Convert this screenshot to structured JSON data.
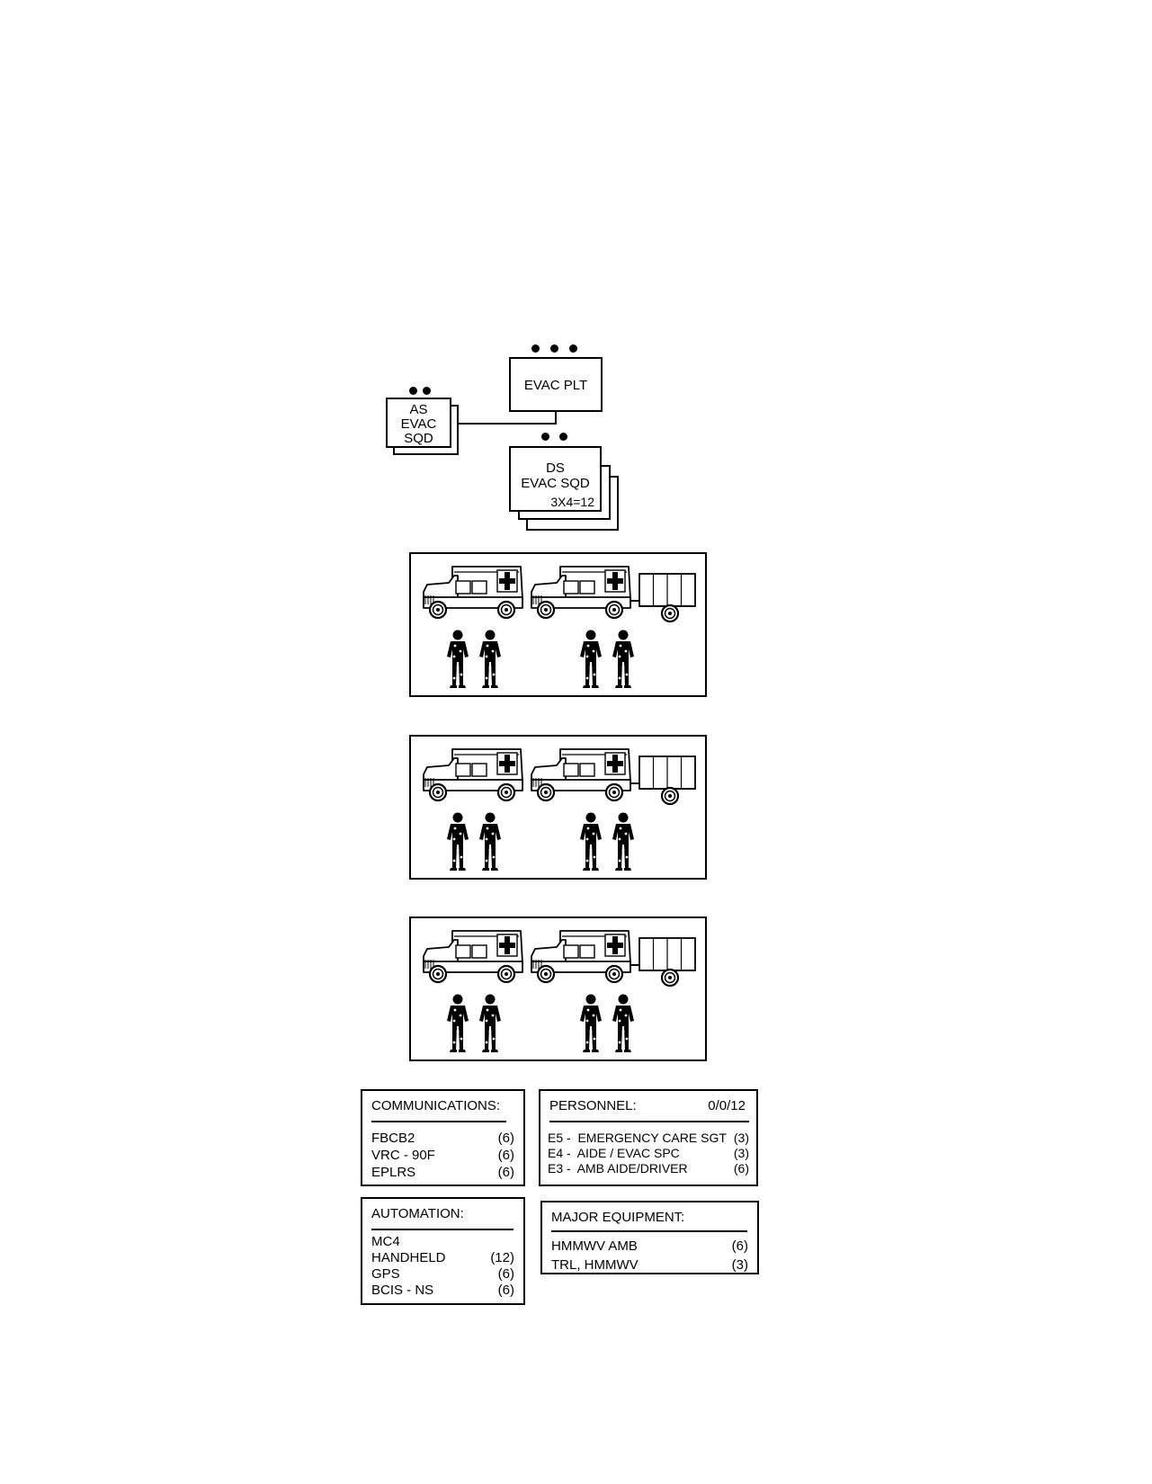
{
  "org_chart": {
    "platoon": {
      "label": "EVAC PLT"
    },
    "area_support_squad": {
      "lines": [
        "AS",
        "EVAC",
        "SQD"
      ]
    },
    "direct_support_squad": {
      "lines": [
        "DS",
        "EVAC SQD"
      ],
      "count": "3X4=12"
    }
  },
  "icons": {
    "vehicle": "ambulance-hmmwv-icon",
    "trailer": "trailer-icon",
    "personnel": "soldier-icon"
  },
  "communications": {
    "title": "COMMUNICATIONS:",
    "items": [
      {
        "name": "FBCB2",
        "qty": "(6)"
      },
      {
        "name": "VRC - 90F",
        "qty": "(6)"
      },
      {
        "name": "EPLRS",
        "qty": "(6)"
      }
    ]
  },
  "personnel": {
    "title": "PERSONNEL:",
    "summary": "0/0/12",
    "items": [
      {
        "name": "E5 -  EMERGENCY CARE SGT",
        "qty": "(3)"
      },
      {
        "name": "E4 -  AIDE / EVAC SPC",
        "qty": "(3)"
      },
      {
        "name": "E3 -  AMB AIDE/DRIVER",
        "qty": "(6)"
      }
    ]
  },
  "automation": {
    "title": "AUTOMATION:",
    "items": [
      {
        "name": "MC4",
        "qty": ""
      },
      {
        "name": "HANDHELD",
        "qty": "(12)"
      },
      {
        "name": "GPS",
        "qty": "(6)"
      },
      {
        "name": "BCIS - NS",
        "qty": "(6)"
      }
    ]
  },
  "major_equipment": {
    "title": "MAJOR EQUIPMENT:",
    "items": [
      {
        "name": "HMMWV AMB",
        "qty": "(6)"
      },
      {
        "name": "TRL, HMMWV",
        "qty": "(3)"
      }
    ]
  }
}
